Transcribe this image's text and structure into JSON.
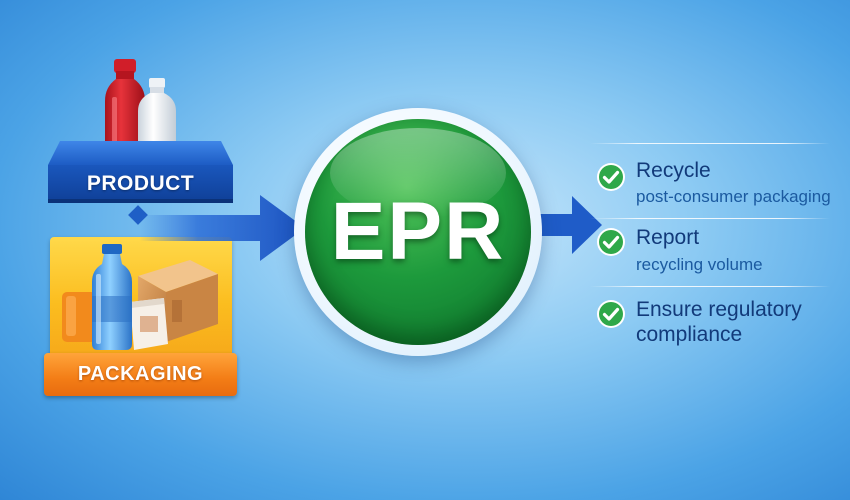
{
  "product": {
    "label": "PRODUCT"
  },
  "packaging": {
    "label": "PACKAGING"
  },
  "center": {
    "label": "EPR"
  },
  "items": [
    {
      "title": "Recycle",
      "subtitle": "post-consumer packaging"
    },
    {
      "title": "Report",
      "subtitle": "recycling volume"
    },
    {
      "title_line1": "Ensure regulatory",
      "title_line2": "compliance"
    }
  ],
  "colors": {
    "background": "#4ba3e6",
    "product_blue": "#1f5fc6",
    "packaging_yellow": "#fbbd1f",
    "packaging_orange": "#f37d16",
    "epr_green": "#1d9a3c",
    "check_green": "#2fa84a",
    "text_navy": "#123a7a"
  },
  "icons": [
    "red-bottle-icon",
    "white-bottle-icon",
    "water-bottle-icon",
    "cardboard-box-icon",
    "pouch-icon",
    "arrow-right-icon",
    "check-circle-icon"
  ]
}
